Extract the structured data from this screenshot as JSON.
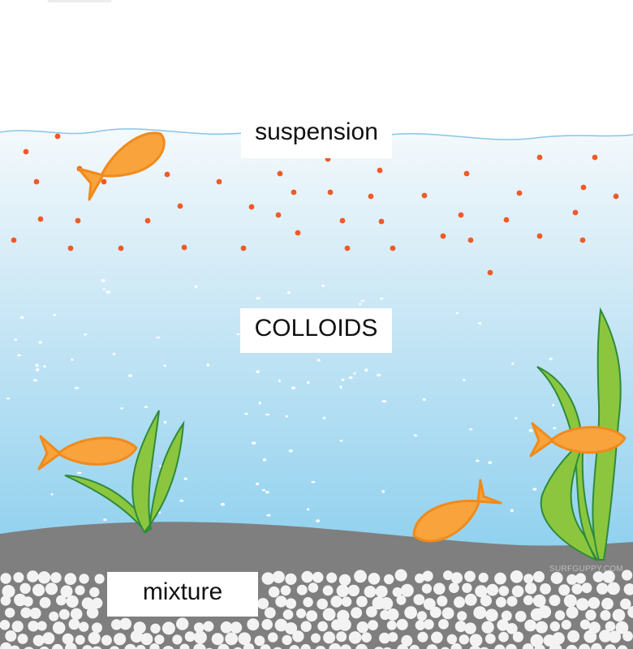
{
  "labels": {
    "suspension": "suspension",
    "colloids": "COLLOIDS",
    "mixture": "mixture"
  },
  "watermark": "SURFGUPPY.COM",
  "colors": {
    "water_top": "#f4f9fc",
    "water_bottom": "#8ccfee",
    "surface_line": "#88c5e6",
    "suspension_particle": "#ef5a28",
    "colloid_particle": "#ffffff",
    "ground": "#7f7f7f",
    "pebble": "#f3f3f3",
    "fish": "#f8a33c",
    "fish_outline": "#f08a1c",
    "seaweed": "#8cc63f",
    "seaweed_outline": "#2e8b3a"
  },
  "icons": [
    "fish-icon",
    "seaweed-icon"
  ]
}
